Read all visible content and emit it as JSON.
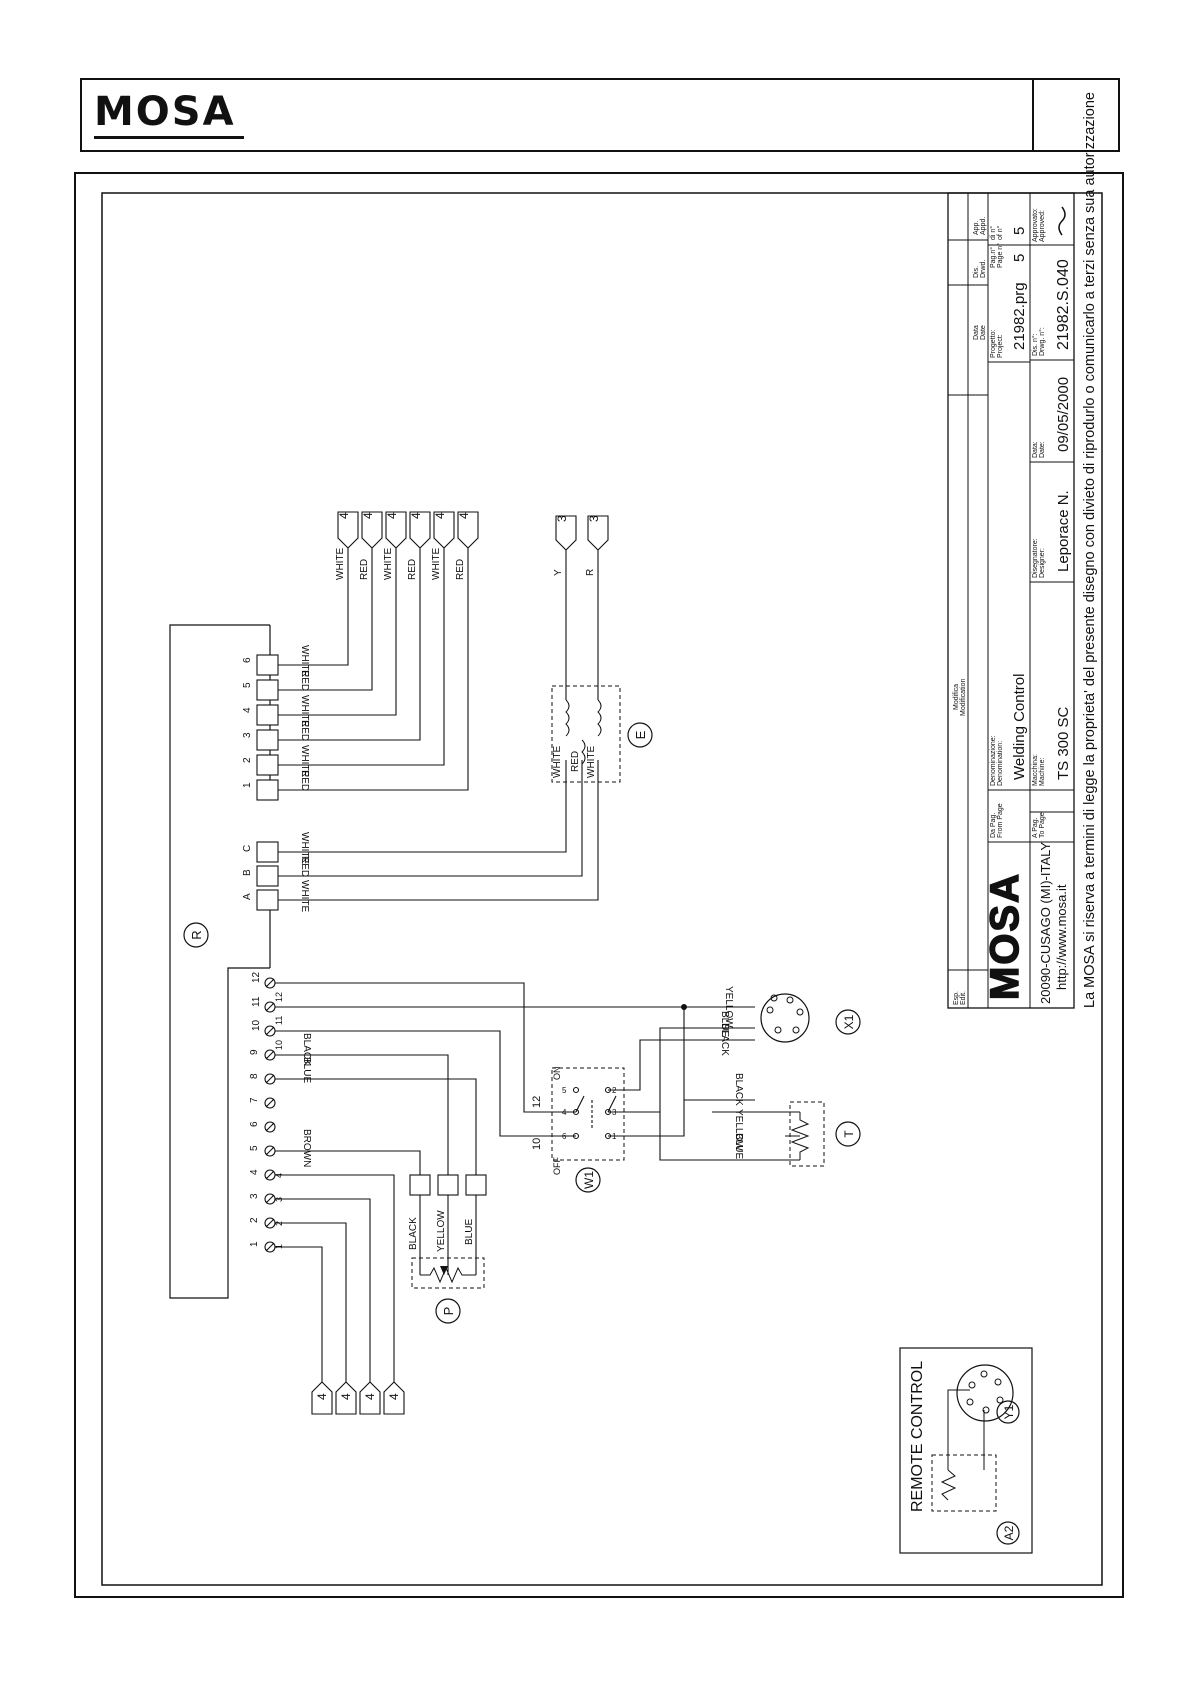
{
  "header": {
    "logo_text": "MOSA"
  },
  "labels": {
    "R": "R",
    "E": "E",
    "P": "P",
    "W1": "W1",
    "T": "T",
    "X1": "X1",
    "A2": "A2",
    "Y1": "Y1",
    "on": "ON",
    "off": "OFF",
    "n12": "12",
    "n10": "10",
    "remote": "REMOTE CONTROL",
    "Y": "Y",
    "R_sig": "R",
    "three": "3",
    "four": "4"
  },
  "colors_text": {
    "white": "WHITE",
    "red": "RED",
    "black": "BLACK",
    "blue": "BLUE",
    "yellow": "YELLOW",
    "brown": "BROWN"
  },
  "terminals_R": [
    "1",
    "2",
    "3",
    "4",
    "5",
    "6",
    "7",
    "8",
    "9",
    "10",
    "11",
    "12"
  ],
  "terminals_top": [
    "A",
    "B",
    "C",
    "1",
    "2",
    "3",
    "4",
    "5",
    "6"
  ],
  "wire_top_labels": [
    "WHITE",
    "RED",
    "WHITE",
    "RED",
    "WHITE",
    "RED"
  ],
  "wire_top_bottom_labels": [
    "RED",
    "WHITE",
    "RED",
    "WHITE",
    "RED",
    "WHITE"
  ],
  "abc_labels": [
    "WHITE",
    "RED",
    "WHITE"
  ],
  "title_block": {
    "esp": "Esp.",
    "esp_en": "Edit.",
    "modifica": "Modifica",
    "modifica_en": "Modification",
    "data": "Data",
    "data_en": "Date",
    "dis": "Dis.",
    "dis_en": "Drwd.",
    "appr": "App.",
    "appr_en": "Appd.",
    "da_pag": "Da Pag.",
    "da_pag_en": "From Page",
    "a_pag": "A Pag.",
    "a_pag_en": "To Page",
    "denominazione": "Denominazione:",
    "denominazione_en": "Denomination:",
    "denomination_value": "Welding Control",
    "macchina": "Macchina:",
    "macchina_en": "Machine:",
    "machine_value": "TS 300 SC",
    "progetto": "Progetto:",
    "progetto_en": "Project:",
    "project_value": "21982.prg",
    "pag": "Pag.n°",
    "pag_en": "Page n°",
    "page_value": "5",
    "di": "di n°",
    "di_en": "of n°",
    "of_value": "5",
    "disegnatore": "Disegnatore:",
    "disegnatore_en": "Designer:",
    "designer_value": "Leporace N.",
    "data2": "Data:",
    "data2_en": "Date:",
    "date_value": "09/05/2000",
    "dis_n": "Dis. n°:",
    "dis_n_en": "Drwg. n°:",
    "drawing_value": "21982.S.040",
    "approvato": "Approvato:",
    "approvato_en": "Approved:",
    "company_logo": "MOSA",
    "address": "20090-CUSAGO (MI)-ITALY",
    "website": "http://www.mosa.it",
    "footer": "La MOSA si riserva a termini di legge la proprieta' del presente disegno con divieto di riprodurlo o comunicarlo a terzi senza sua autorizzazione"
  }
}
